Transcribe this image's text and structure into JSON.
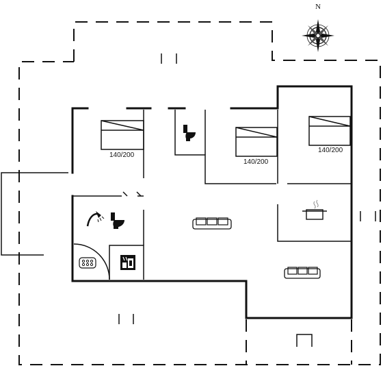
{
  "compass": {
    "north_label": "N",
    "icon": "compass-rose-icon"
  },
  "rooms": {
    "bedroom_1": {
      "bed_size": "140/200"
    },
    "bedroom_2": {
      "bed_size": "140/200"
    },
    "bedroom_3": {
      "bed_size": "140/200"
    }
  },
  "icons": [
    "bed-icon",
    "toilet-icon",
    "shower-icon",
    "sofa-icon",
    "cooking-pot-icon",
    "hot-tub-icon",
    "sauna-icon",
    "bbq-grill-icon"
  ]
}
